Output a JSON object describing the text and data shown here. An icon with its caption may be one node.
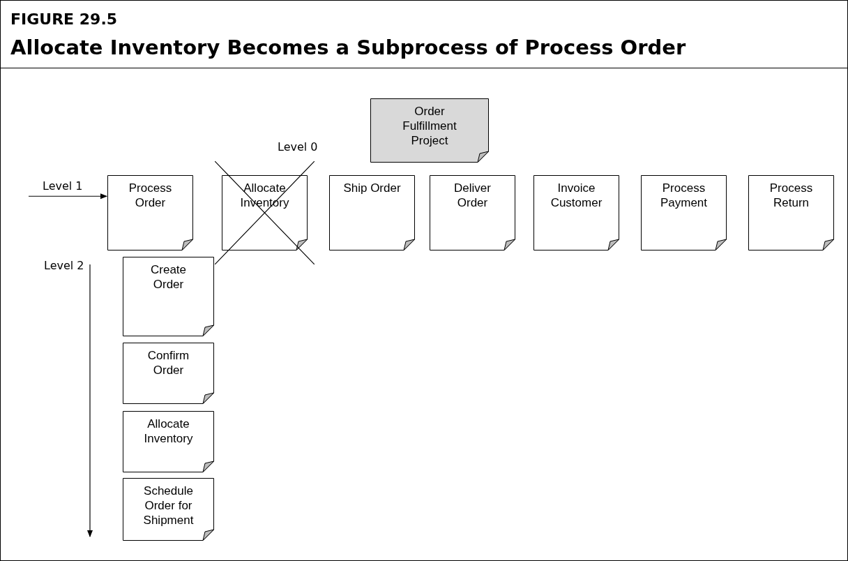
{
  "diagram": {
    "title": "Allocate Inventory Becomes a Subprocess of Process Order",
    "nodes": [
      {
        "text": [
          "Order Fulfillment Project"
        ]
      },
      {
        "text": [
          "Process Order"
        ]
      },
      {
        "text": [
          "Allocate Inventory"
        ]
      },
      {
        "text": [
          "Ship Order"
        ]
      },
      {
        "text": [
          "Deliver Order"
        ]
      },
      {
        "text": [
          "Invoice Customer"
        ]
      },
      {
        "text": [
          "Process Payment"
        ]
      },
      {
        "text": [
          "Process Return"
        ]
      },
      {
        "text": [
          "Create Order"
        ]
      },
      {
        "text": [
          "Confirm Order"
        ]
      },
      {
        "text": [
          "Allocate Inventory"
        ]
      },
      {
        "text": [
          "Schedule Order for Shipment"
        ]
      }
    ],
    "edges": [
      {
        "from": null,
        "to": 1,
        "arrow": "to",
        "label": "Level 1"
      }
    ],
    "labels": [
      "FIGURE 29.5",
      "Level 0",
      "Level 2"
    ]
  }
}
